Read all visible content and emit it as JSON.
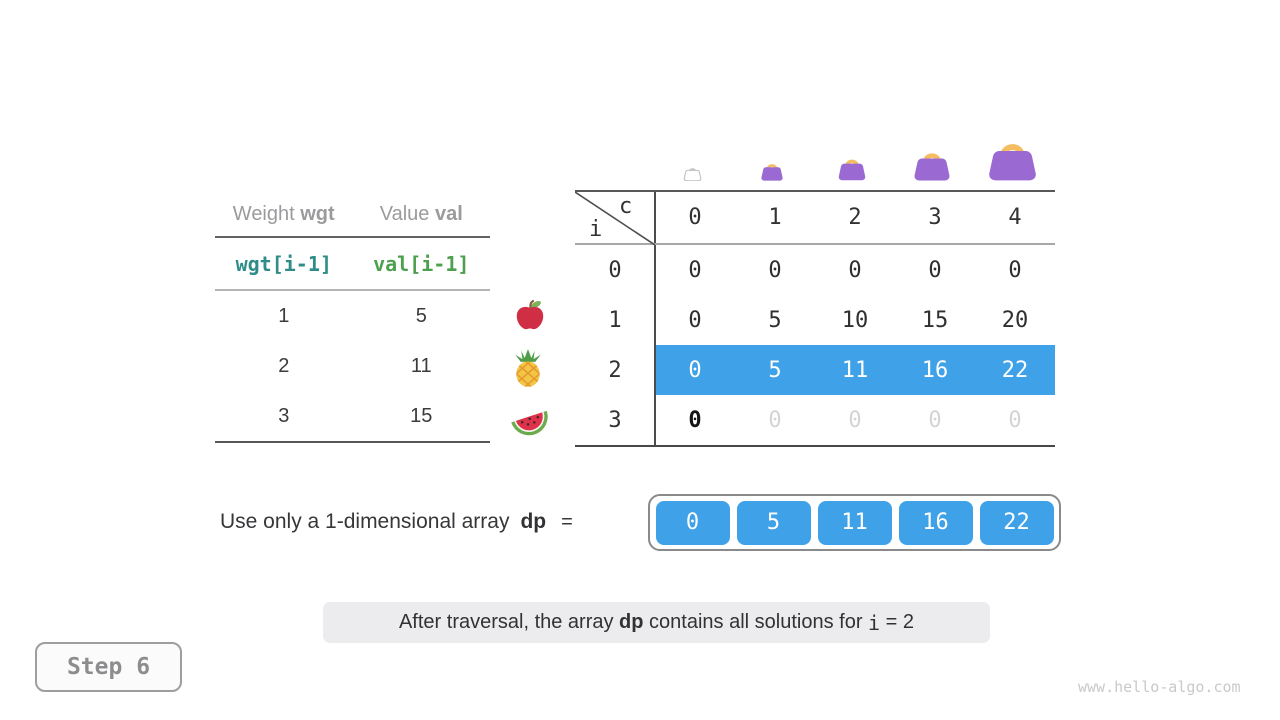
{
  "items_table": {
    "headers": [
      {
        "prefix": "Weight ",
        "code": "wgt"
      },
      {
        "prefix": "Value ",
        "code": "val"
      }
    ],
    "code_row": {
      "weight": "wgt[i-1]",
      "value": "val[i-1]"
    },
    "rows": [
      {
        "weight": "1",
        "value": "5",
        "icon": "apple"
      },
      {
        "weight": "2",
        "value": "11",
        "icon": "pineapple"
      },
      {
        "weight": "3",
        "value": "15",
        "icon": "watermelon"
      }
    ]
  },
  "dp_table": {
    "corner": {
      "col_var": "c",
      "row_var": "i"
    },
    "col_headers": [
      "0",
      "1",
      "2",
      "3",
      "4"
    ],
    "bag_icons": [
      {
        "column": "0",
        "variant": "outline-empty",
        "size": "xs"
      },
      {
        "column": "1",
        "variant": "purple",
        "size": "s"
      },
      {
        "column": "2",
        "variant": "purple",
        "size": "m"
      },
      {
        "column": "3",
        "variant": "purple",
        "size": "l"
      },
      {
        "column": "4",
        "variant": "purple",
        "size": "xl"
      }
    ],
    "rows": [
      {
        "label": "0",
        "cells": [
          "0",
          "0",
          "0",
          "0",
          "0"
        ],
        "state": "normal"
      },
      {
        "label": "1",
        "cells": [
          "0",
          "5",
          "10",
          "15",
          "20"
        ],
        "state": "normal"
      },
      {
        "label": "2",
        "cells": [
          "0",
          "5",
          "11",
          "16",
          "22"
        ],
        "state": "highlighted"
      },
      {
        "label": "3",
        "cells": [
          "0",
          "0",
          "0",
          "0",
          "0"
        ],
        "state": "pending-first-computed"
      }
    ]
  },
  "equation": {
    "text": "Use only a 1-dimensional array",
    "code": "dp",
    "op": "=",
    "array_values": [
      "0",
      "5",
      "11",
      "16",
      "22"
    ]
  },
  "caption": {
    "pre": "After traversal, the array ",
    "code": "dp",
    "mid": " contains all solutions for ",
    "var": "i",
    "tail": " = 2"
  },
  "footer": {
    "step_label": "Step 6",
    "website": "www.hello-algo.com"
  },
  "colors": {
    "highlight_blue": "#3fa1e8",
    "code_teal": "#2e8d88",
    "code_green": "#4ca04e",
    "pending_gray": "#d4d4d6",
    "bag_purple": "#9a6ad2",
    "bag_handle_orange": "#f4bd62",
    "caption_bg": "#ececee"
  }
}
